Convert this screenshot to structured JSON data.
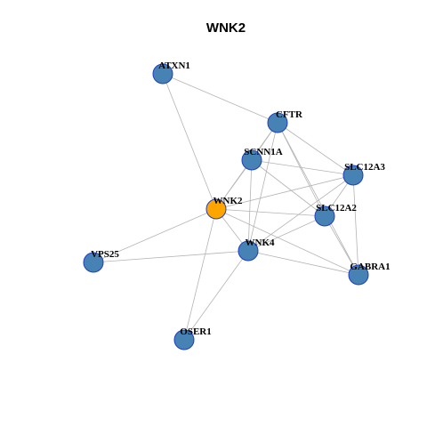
{
  "title": "WNK2",
  "colors": {
    "node_fill": "#4682b4",
    "node_stroke": "#1f3fbf",
    "focus_fill": "#ffa500",
    "edge": "#b4b4b4"
  },
  "nodes": [
    {
      "id": "ATXN1",
      "label": "ATXN1"
    },
    {
      "id": "CFTR",
      "label": "CFTR"
    },
    {
      "id": "SCNN1A",
      "label": "SCNN1A"
    },
    {
      "id": "SLC12A3",
      "label": "SLC12A3"
    },
    {
      "id": "WNK2",
      "label": "WNK2",
      "focus": true
    },
    {
      "id": "SLC12A2",
      "label": "SLC12A2"
    },
    {
      "id": "VPS25",
      "label": "VPS25"
    },
    {
      "id": "WNK4",
      "label": "WNK4"
    },
    {
      "id": "GABRA1",
      "label": "GABRA1"
    },
    {
      "id": "OSER1",
      "label": "OSER1"
    }
  ],
  "edges": [
    [
      "ATXN1",
      "CFTR"
    ],
    [
      "ATXN1",
      "WNK2"
    ],
    [
      "CFTR",
      "SCNN1A"
    ],
    [
      "CFTR",
      "SLC12A3"
    ],
    [
      "CFTR",
      "WNK2"
    ],
    [
      "CFTR",
      "SLC12A2"
    ],
    [
      "CFTR",
      "WNK4"
    ],
    [
      "CFTR",
      "GABRA1"
    ],
    [
      "SCNN1A",
      "WNK2"
    ],
    [
      "SCNN1A",
      "SLC12A3"
    ],
    [
      "SCNN1A",
      "SLC12A2"
    ],
    [
      "SCNN1A",
      "WNK4"
    ],
    [
      "SLC12A3",
      "WNK2"
    ],
    [
      "SLC12A3",
      "SLC12A2"
    ],
    [
      "SLC12A3",
      "WNK4"
    ],
    [
      "SLC12A3",
      "GABRA1"
    ],
    [
      "WNK2",
      "SLC12A2"
    ],
    [
      "WNK2",
      "VPS25"
    ],
    [
      "WNK2",
      "WNK4"
    ],
    [
      "WNK2",
      "GABRA1"
    ],
    [
      "WNK2",
      "OSER1"
    ],
    [
      "SLC12A2",
      "WNK4"
    ],
    [
      "SLC12A2",
      "GABRA1"
    ],
    [
      "VPS25",
      "WNK4"
    ],
    [
      "WNK4",
      "GABRA1"
    ],
    [
      "WNK4",
      "OSER1"
    ]
  ]
}
